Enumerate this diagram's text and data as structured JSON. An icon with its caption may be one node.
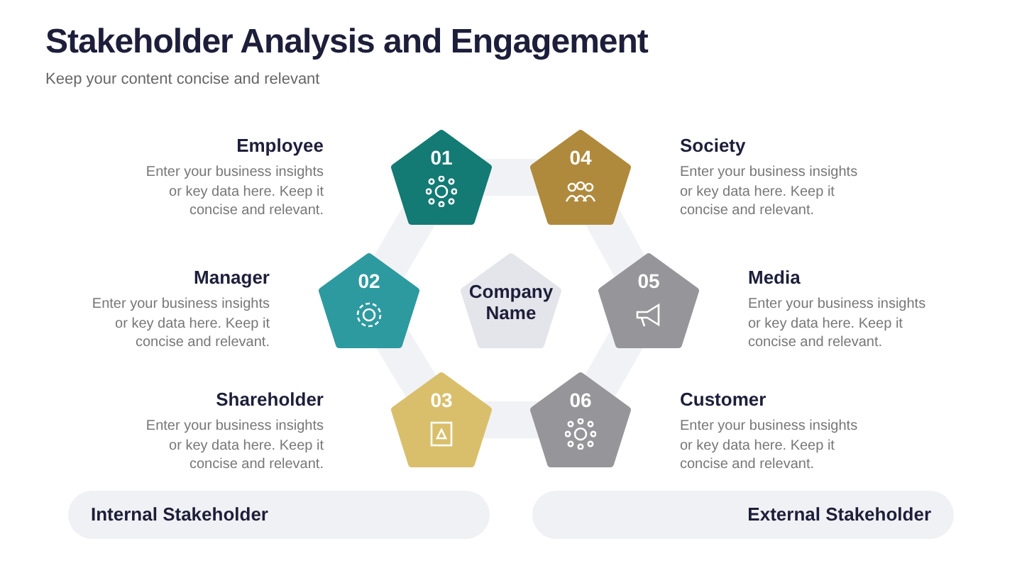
{
  "diagram": {
    "title": "Stakeholder Analysis and Engagement",
    "caption": "Keep your content concise and relevant",
    "nodes": [
      {
        "text": [
          "01"
        ],
        "beside": [
          "Employee",
          "Enter your business insights or key data here. Keep it concise and relevant."
        ]
      },
      {
        "text": [
          "04"
        ],
        "beside": [
          "Society",
          "Enter your business insights or key data here. Keep it concise and relevant."
        ]
      },
      {
        "text": [
          "02"
        ],
        "beside": [
          "Manager",
          "Enter your business insights or key data here. Keep it concise and relevant."
        ]
      },
      {
        "text": [
          "Company Name"
        ]
      },
      {
        "text": [
          "05"
        ],
        "beside": [
          "Media",
          "Enter your business insights or key data here. Keep it concise and relevant."
        ]
      },
      {
        "text": [
          "03"
        ],
        "beside": [
          "Shareholder",
          "Enter your business insights or key data here. Keep it concise and relevant."
        ]
      },
      {
        "text": [
          "06"
        ],
        "beside": [
          "Customer",
          "Enter your business insights or key data here. Keep it concise and relevant."
        ]
      },
      {
        "text": [
          "Internal Stakeholder"
        ]
      },
      {
        "text": [
          "External Stakeholder"
        ]
      }
    ],
    "edges": []
  }
}
